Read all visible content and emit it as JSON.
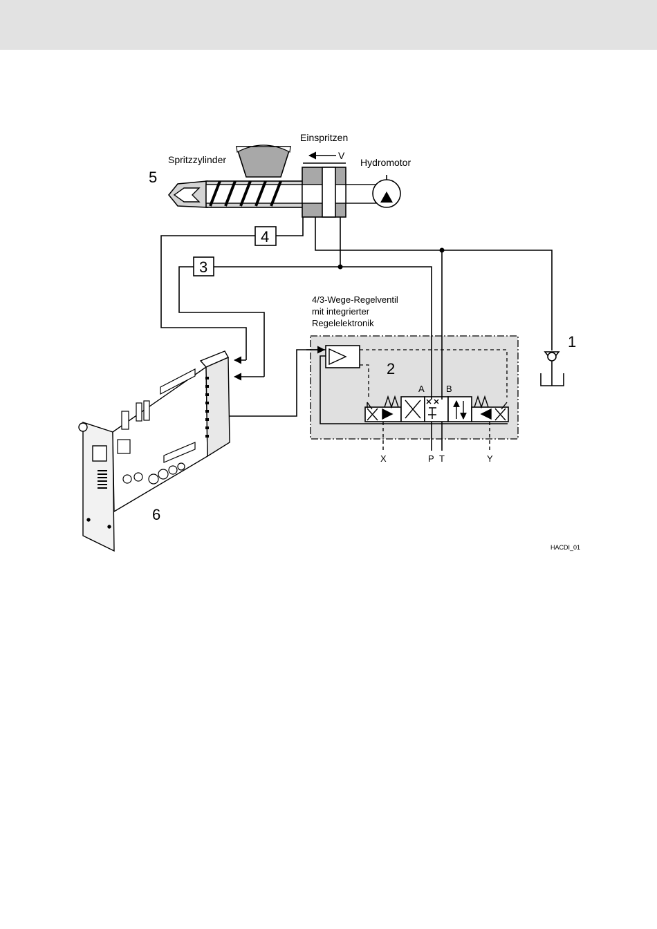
{
  "header": {
    "background": "#e2e2e2"
  },
  "diagram": {
    "labels": {
      "einspritzen": "Einspritzen",
      "velocity": "V",
      "spritzzylinder": "Spritzzylinder",
      "hydromotor": "Hydromotor",
      "valve_line1": "4/3-Wege-Regelventil",
      "valve_line2": "mit integrierter",
      "valve_line3": "Regelelektronik",
      "port_a": "A",
      "port_b": "B",
      "port_x": "X",
      "port_p": "P",
      "port_t": "T",
      "port_y": "Y",
      "figure_code": "HACDI_01"
    },
    "callouts": {
      "c1": "1",
      "c2": "2",
      "c3": "3",
      "c4": "4",
      "c5": "5",
      "c6": "6"
    },
    "colors": {
      "line": "#000000",
      "valve_fill": "#e0e0e0",
      "component_fill": "#a8a8a8",
      "body_fill": "#d4d4d4"
    }
  }
}
